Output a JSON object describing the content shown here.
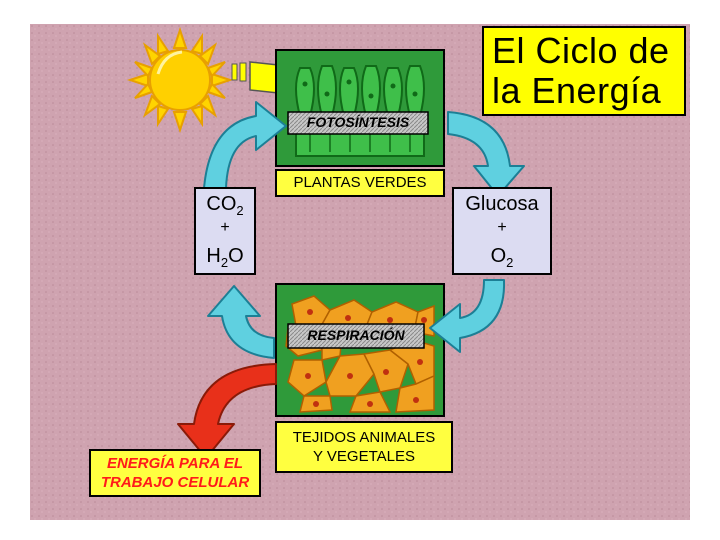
{
  "title": {
    "line1": "El Ciclo de",
    "line2": "la Energía"
  },
  "top_label": "FOTOSÍNTESIS",
  "plants_label": "PLANTAS VERDES",
  "left_box": {
    "line1": "CO",
    "line1_sub": "2",
    "line2": "+",
    "line3": "H",
    "line3_sub": "2",
    "line3_end": "O"
  },
  "right_box": {
    "line1": "Glucosa",
    "line2": "+",
    "line3": "O",
    "line3_sub": "2"
  },
  "middle_label": "RESPIRACIÓN",
  "tissues_label": {
    "line1": "TEJIDOS ANIMALES",
    "line2": "Y VEGETALES"
  },
  "energy_label": {
    "line1": "ENERGÍA PARA EL",
    "line2": "TRABAJO CELULAR"
  },
  "colors": {
    "background": "#cfa3b0",
    "title_box": "#ffff00",
    "panel_green": "#2f9a3a",
    "plant_green": "#3fbf4a",
    "chem_box": "#dcdcf2",
    "cycle_arrow": "#5fd0e0",
    "energy_arrow": "#e8301a",
    "energy_text": "#ff1a1a",
    "cell_fill": "#f0a020",
    "sun": "#ffcc00"
  },
  "icons": [
    "sun-icon",
    "sunlight-arrow-icon",
    "plant-cells-icon",
    "animal-cells-icon",
    "cycle-arrow-icon",
    "energy-arrow-icon"
  ]
}
